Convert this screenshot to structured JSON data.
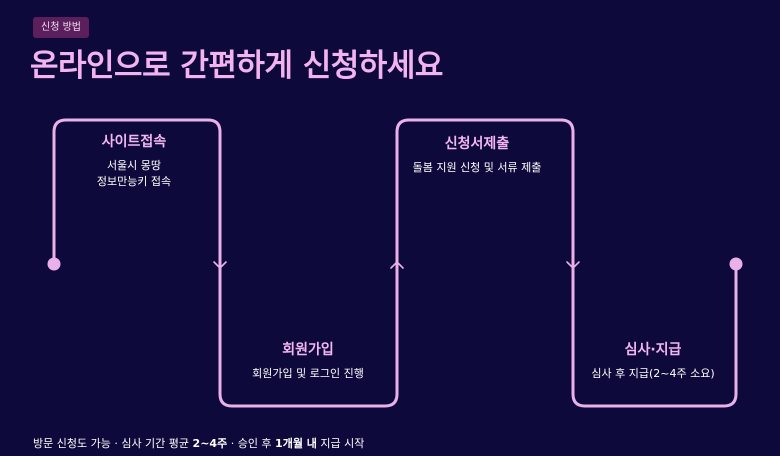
{
  "header": {
    "badge": "신청 방법",
    "title": "온라인으로 간편하게 신청하세요"
  },
  "steps": [
    {
      "title": "사이트접속",
      "description": "서울시 몽땅 정보만능키 접속"
    },
    {
      "title": "회원가입",
      "description": "회원가입 및 로그인 진행"
    },
    {
      "title": "신청서제출",
      "description": "돌봄 지원 신청 및 서류 제출"
    },
    {
      "title": "심사·지급",
      "description": "심사 후 지급(2~4주 소요)"
    }
  ],
  "footer": {
    "part1": "방문 신청도 가능 · 심사 기간 평균 ",
    "review_period": "2~4주",
    "part2": " · 승인 후 ",
    "payment_timing": "1개월 내",
    "part3": " 지급 시작"
  },
  "colors": {
    "background": "#0d0a3b",
    "accent": "#f2b3f0",
    "line": "#e9b0ea",
    "badge": "#5a1f5c"
  }
}
